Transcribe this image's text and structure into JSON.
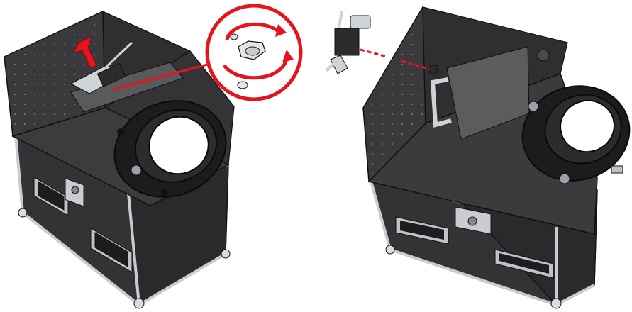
{
  "figure": {
    "panels": [
      {
        "id": "left",
        "step": "remove-coupler",
        "callout": {
          "shows": "wing-nut",
          "motion": "rotate-counterclockwise"
        },
        "arrow": {
          "color": "#e8131b",
          "direction": "up-left"
        }
      },
      {
        "id": "right",
        "step": "coupler-removed",
        "leader": {
          "color": "#e8131b",
          "style": "dashed"
        }
      }
    ],
    "colors": {
      "accent": "#e8131b",
      "housing": "#3a3a3c",
      "housing_dark": "#2b2b2d",
      "outline": "#141414",
      "metal": "#bfc3c7",
      "white": "#ffffff"
    }
  }
}
